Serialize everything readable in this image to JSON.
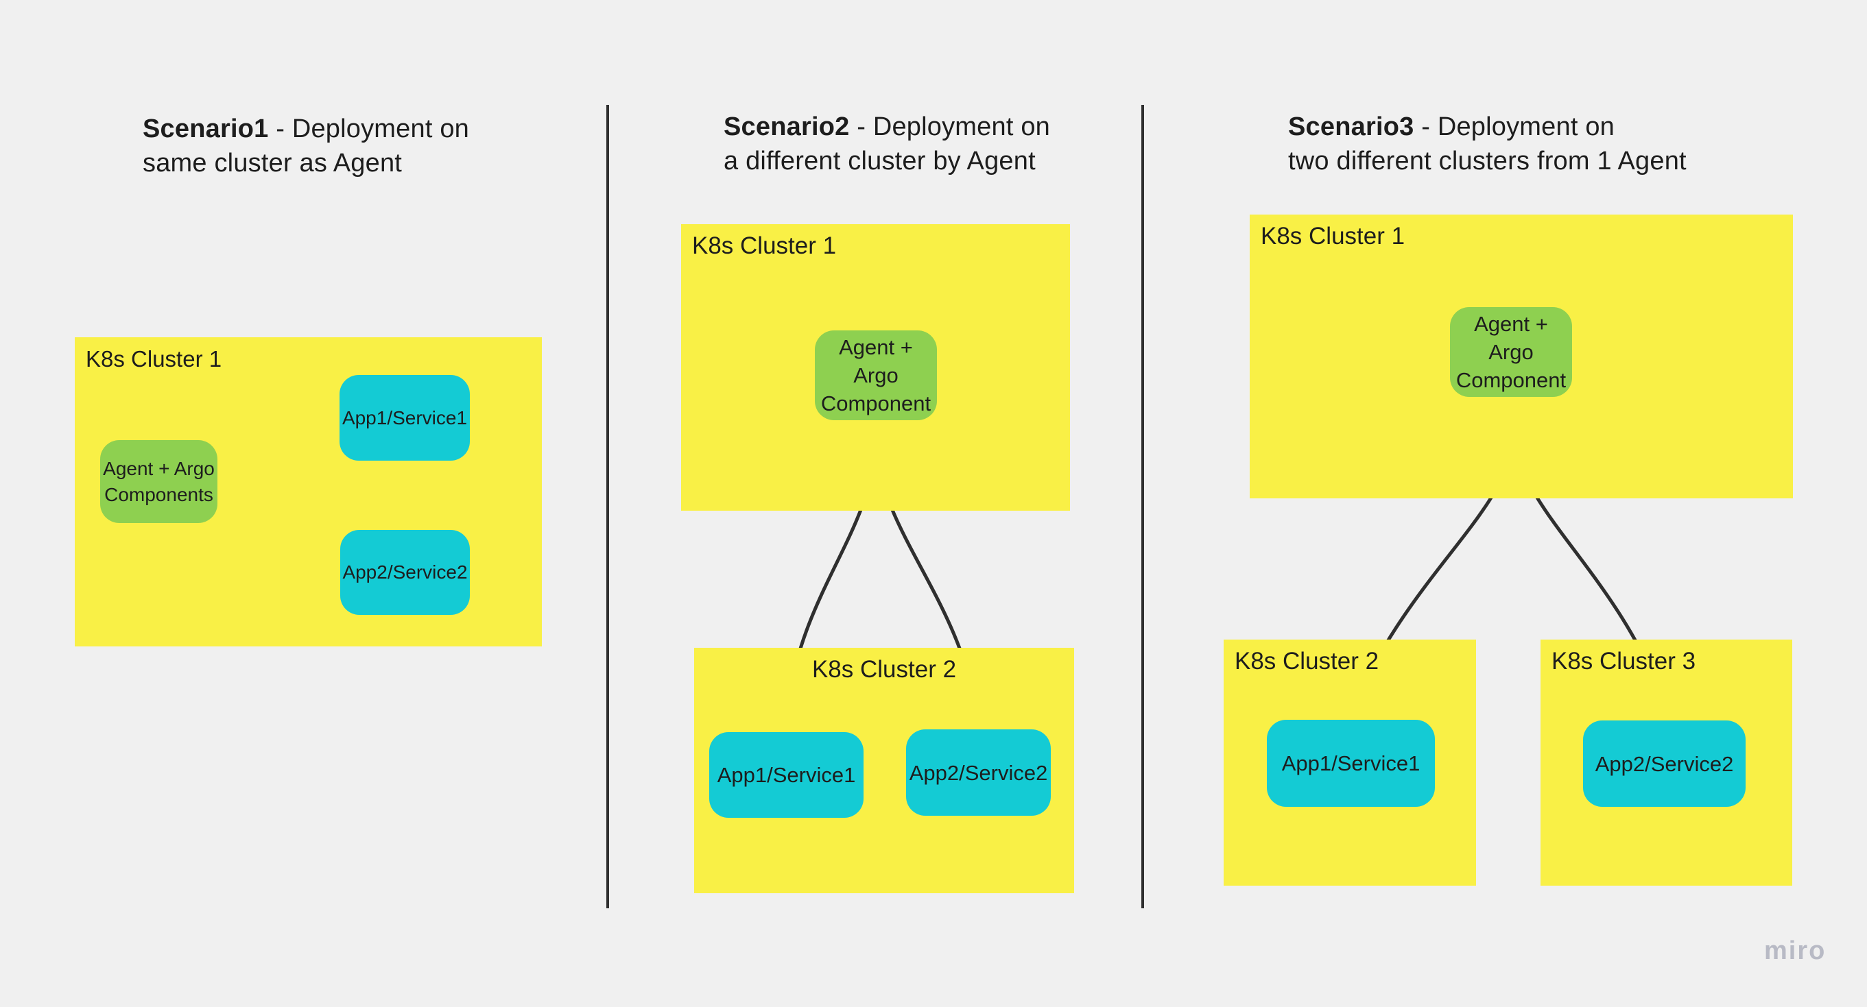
{
  "colors": {
    "bg": "#f0f0f0",
    "yellow": "#f9f046",
    "green": "#8ed050",
    "cyan": "#14cbd4",
    "stroke": "#2f2f2f",
    "text": "#1d1d1d",
    "watermark": "#b8bac5"
  },
  "watermark": {
    "label": "miro"
  },
  "scenario1": {
    "title": {
      "bold": "Scenario1",
      "rest": " - Deployment on",
      "line2": "same cluster as Agent"
    },
    "cluster1": {
      "label": "K8s Cluster 1"
    },
    "agent": {
      "label": "Agent + Argo\nComponents"
    },
    "app1": {
      "label": "App1/Service1"
    },
    "app2": {
      "label": "App2/Service2"
    }
  },
  "scenario2": {
    "title": {
      "bold": "Scenario2",
      "rest": " - Deployment on",
      "line2": "a different cluster by Agent"
    },
    "cluster1": {
      "label": "K8s Cluster 1"
    },
    "agent": {
      "label": "Agent +\nArgo\nComponent"
    },
    "cluster2": {
      "label": "K8s Cluster 2"
    },
    "app1": {
      "label": "App1/Service1"
    },
    "app2": {
      "label": "App2/Service2"
    }
  },
  "scenario3": {
    "title": {
      "bold": "Scenario3",
      "rest": " - Deployment on",
      "line2": "two different clusters from 1 Agent"
    },
    "cluster1": {
      "label": "K8s Cluster 1"
    },
    "agent": {
      "label": "Agent +\nArgo\nComponent"
    },
    "cluster2": {
      "label": "K8s Cluster 2"
    },
    "cluster3": {
      "label": "K8s Cluster 3"
    },
    "app1": {
      "label": "App1/Service1"
    },
    "app2": {
      "label": "App2/Service2"
    }
  }
}
